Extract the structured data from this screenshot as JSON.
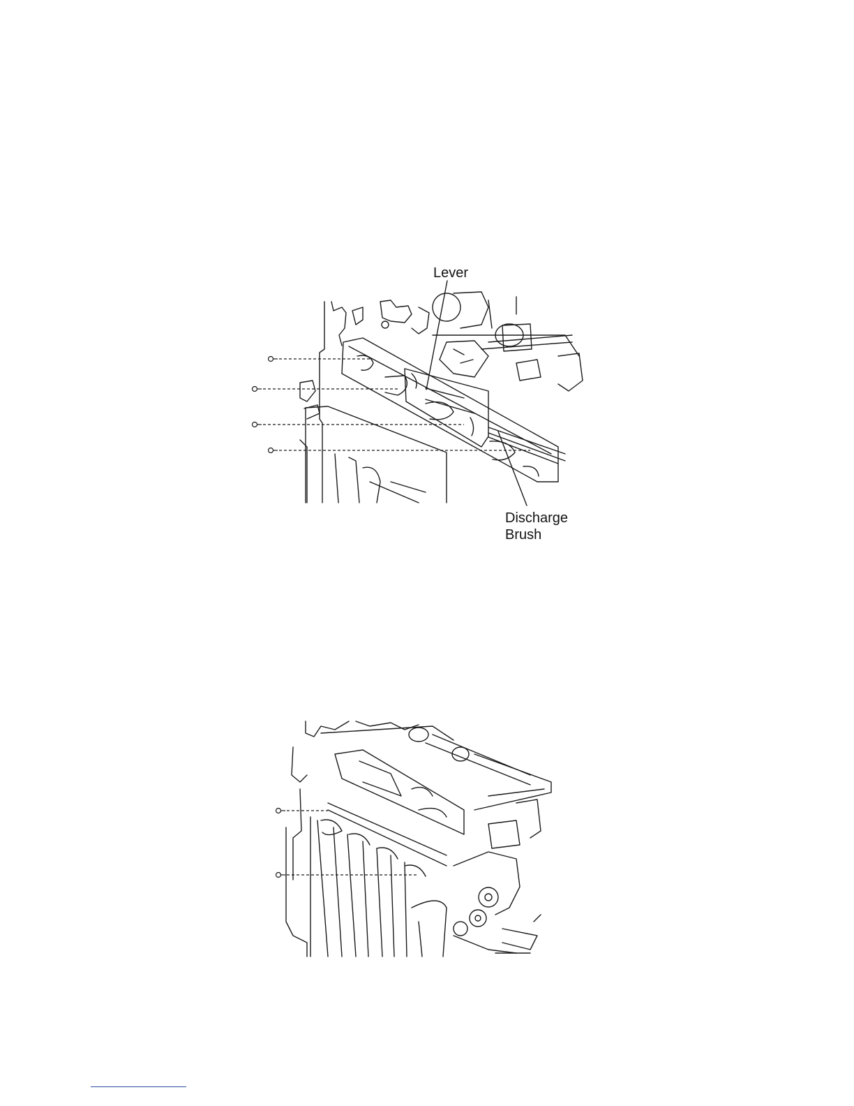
{
  "figure_1": {
    "labels": {
      "lever": "Lever",
      "discharge_brush_line1": "Discharge",
      "discharge_brush_line2": "Brush"
    },
    "screw_count": 4
  },
  "figure_2": {
    "screw_count": 2
  },
  "colors": {
    "line_art": "#1a1a1a",
    "background": "#ffffff",
    "footer_rule": "#2a4fa0"
  }
}
